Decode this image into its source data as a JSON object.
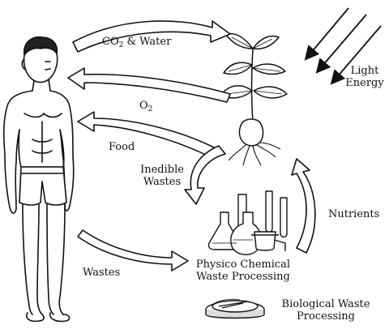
{
  "labels": {
    "co2_water_prefix": "CO",
    "co2_water_sub": "2",
    "co2_water_suffix": " & Water",
    "o2_prefix": "O",
    "o2_sub": "2",
    "food": "Food",
    "light_line1": "Light",
    "light_line2": "Energy",
    "inedible_line1": "Inedible",
    "inedible_line2": "Wastes",
    "nutrients": "Nutrients",
    "wastes": "Wastes",
    "physico_line1": "Physico Chemical",
    "physico_line2": "Waste Processing",
    "bio_line1": "Biological Waste",
    "bio_line2": "Processing"
  },
  "colors": {
    "ink": "#111111",
    "background": "#ffffff"
  }
}
